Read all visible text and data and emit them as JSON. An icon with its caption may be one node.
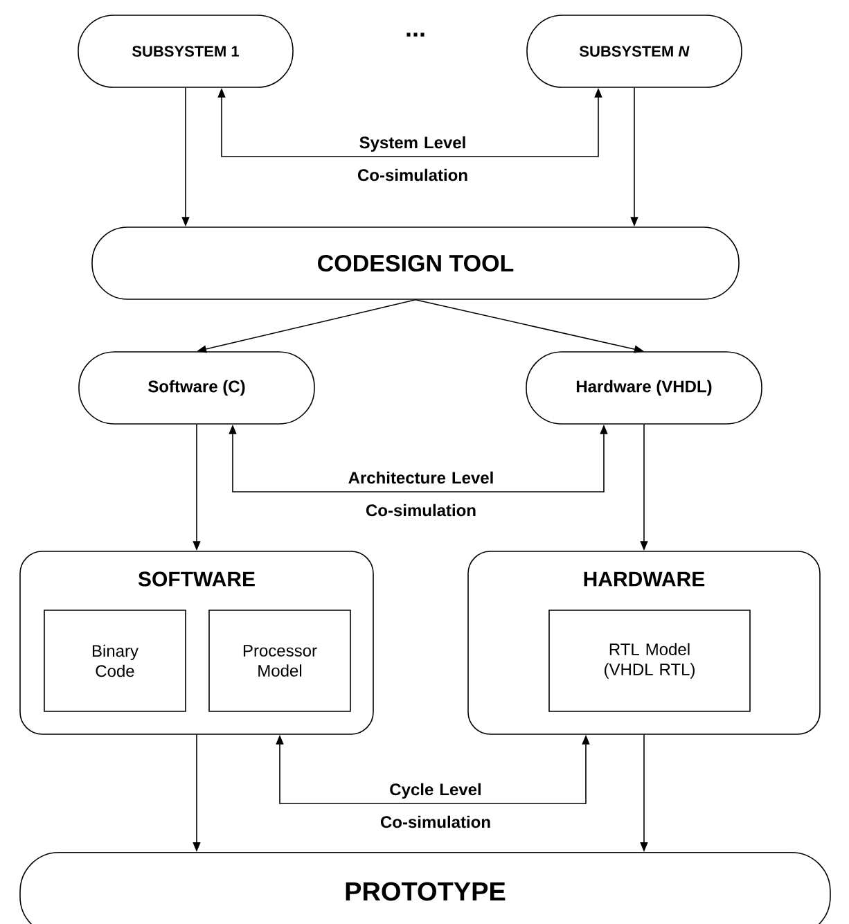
{
  "diagram": {
    "nodes": [
      {
        "text": [
          "SUBSYSTEM 1"
        ]
      },
      {
        "text": [
          "SUBSYSTEM *N*"
        ]
      },
      {
        "text": [
          "CODESIGN TOOL"
        ]
      },
      {
        "text": [
          "Software (C)"
        ]
      },
      {
        "text": [
          "Hardware (VHDL)"
        ]
      },
      {
        "text": [
          "SOFTWARE"
        ]
      },
      {
        "text": [
          "Binary Code"
        ],
        "in": 5
      },
      {
        "text": [
          "Processor Model"
        ],
        "in": 5
      },
      {
        "text": [
          "HARDWARE"
        ]
      },
      {
        "text": [
          "RTL Model (VHDL RTL)"
        ],
        "in": 8
      },
      {
        "text": [
          "PROTOTYPE"
        ]
      }
    ],
    "edges": [
      {
        "from": 0,
        "to": 2,
        "arrow": "to"
      },
      {
        "from": 1,
        "to": 2,
        "arrow": "to"
      },
      {
        "from": 0,
        "to": 1,
        "arrow": "both",
        "label": "System Level Co-simulation"
      },
      {
        "from": 2,
        "to": 3,
        "arrow": "to"
      },
      {
        "from": 2,
        "to": 4,
        "arrow": "to"
      },
      {
        "from": 3,
        "to": 5,
        "arrow": "to"
      },
      {
        "from": 4,
        "to": 8,
        "arrow": "to"
      },
      {
        "from": 3,
        "to": 4,
        "arrow": "both",
        "label": "Architecture Level Co-simulation"
      },
      {
        "from": 5,
        "to": 10,
        "arrow": "to"
      },
      {
        "from": 8,
        "to": 10,
        "arrow": "to"
      },
      {
        "from": 5,
        "to": 8,
        "arrow": "both",
        "label": "Cycle Level Co-simulation"
      }
    ],
    "labels": [
      "..."
    ]
  }
}
